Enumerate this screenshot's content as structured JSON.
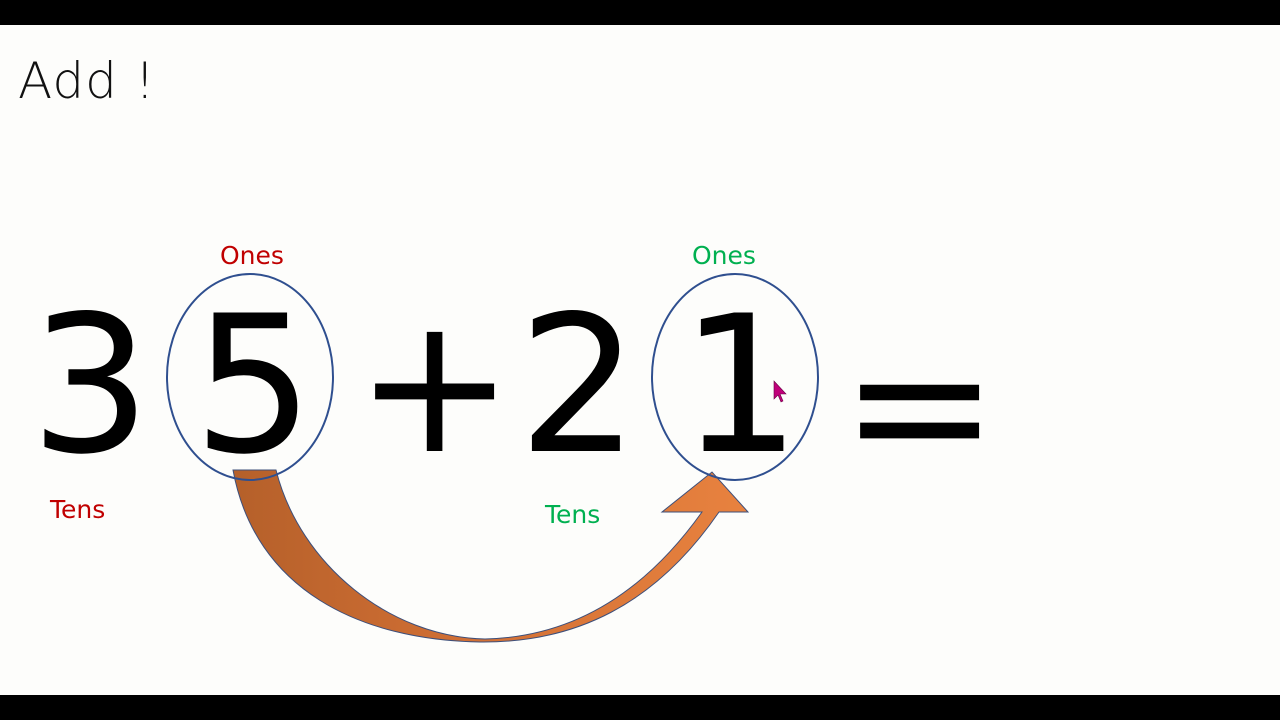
{
  "slide": {
    "title": "Add !",
    "equation": {
      "tens_1": "3",
      "ones_1": "5",
      "plus": "+",
      "tens_2": "2",
      "ones_2": "1",
      "equals": "="
    },
    "labels": {
      "ones_1": "Ones",
      "tens_1": "Tens",
      "ones_2": "Ones",
      "tens_2": "Tens"
    }
  },
  "colors": {
    "red_label": "#c00000",
    "green_label": "#00b050",
    "circle_stroke": "#2f4f8f",
    "arrow_fill": "#e07b39",
    "arrow_dark": "#b5602a",
    "cursor": "#c0007a"
  }
}
